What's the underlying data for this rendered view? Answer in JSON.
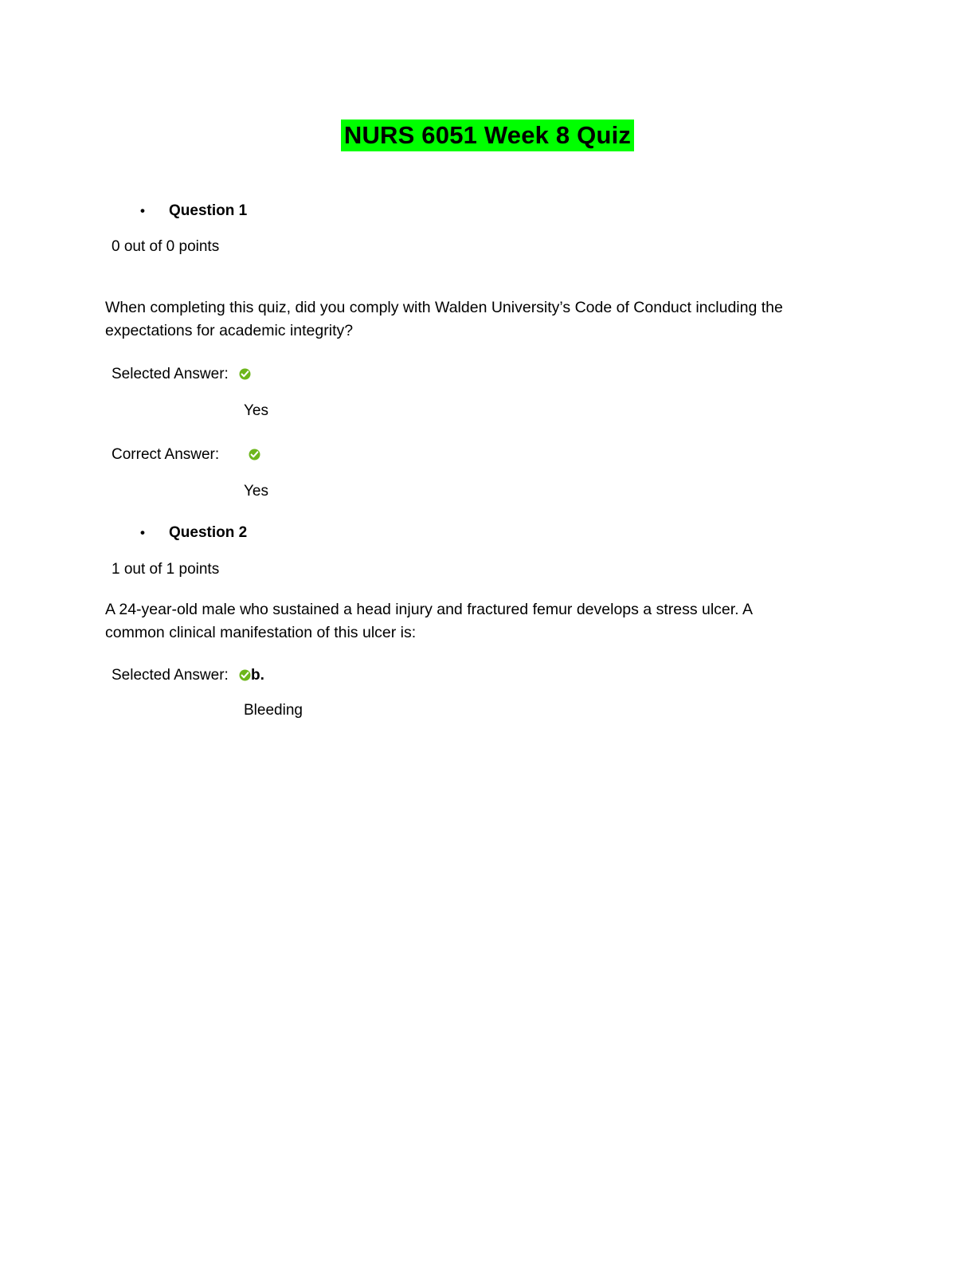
{
  "document": {
    "title": "NURS 6051 Week 8 Quiz",
    "bullet_glyph": "•"
  },
  "icons": {
    "correct_check": {
      "name": "green-check-circle-icon",
      "circle_color": "#6DB61B",
      "check_color": "#ffffff"
    }
  },
  "questions": [
    {
      "header": "Question 1",
      "points": "0 out of 0 points",
      "text": "When completing this quiz, did you comply with Walden University’s Code of Conduct including the expectations for academic integrity?",
      "selected_answer_label": "Selected Answer:",
      "selected_answer_option": "",
      "selected_answer_value": "Yes",
      "correct_answer_label": "Correct Answer:",
      "correct_answer_option": "",
      "correct_answer_value": "Yes"
    },
    {
      "header": "Question 2",
      "points": "1 out of 1 points",
      "text": "A 24-year-old male who sustained a head injury and fractured femur develops a stress ulcer. A common clinical manifestation of this ulcer is:",
      "selected_answer_label": "Selected Answer:",
      "selected_answer_option": "b.",
      "selected_answer_value": "Bleeding"
    }
  ]
}
